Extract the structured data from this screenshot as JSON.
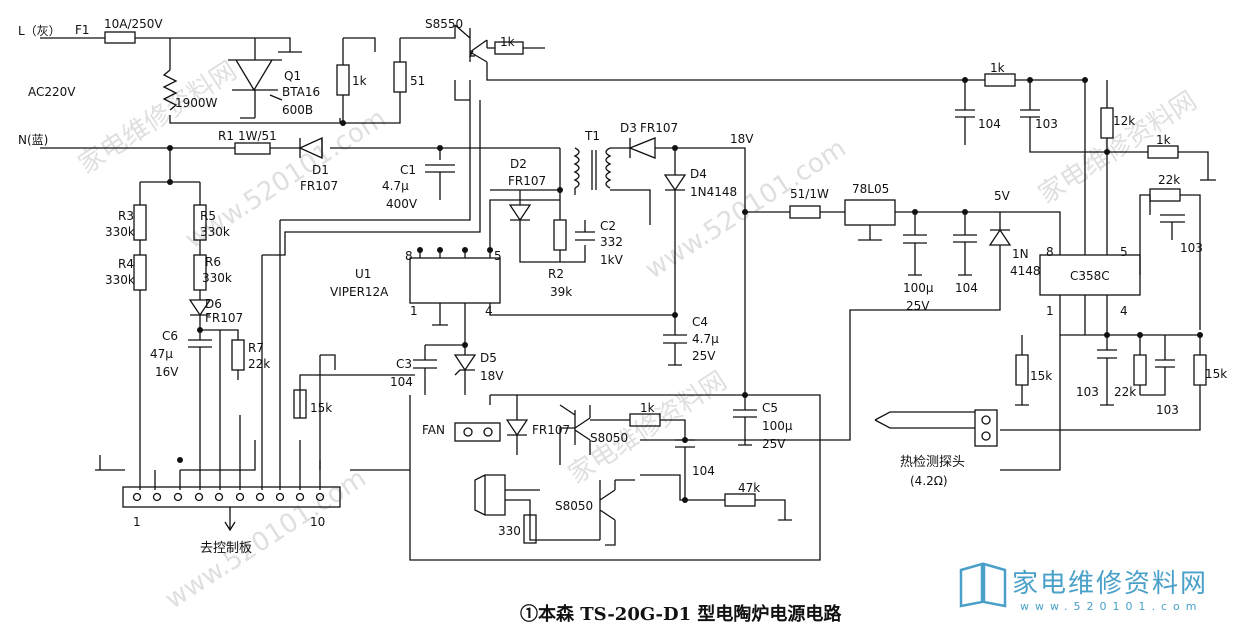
{
  "labels": {
    "L": "L（灰）",
    "F1": "F1",
    "fuse": "10A/250V",
    "AC": "AC220V",
    "N": "N(蓝)",
    "heater": "1900W",
    "Q1": "Q1",
    "Q1a": "BTA16",
    "Q1b": "600B",
    "S8550": "S8550",
    "r1k_top": "1k",
    "r1k_a": "1k",
    "r51": "51",
    "R1": "R1",
    "R1v": "1W/51",
    "D1": "D1",
    "D1v": "FR107",
    "C1": "C1",
    "C1v": "4.7μ",
    "C1w": "400V",
    "T1": "T1",
    "D3": "D3",
    "D3v": "FR107",
    "v18": "18V",
    "D2": "D2",
    "D2v": "FR107",
    "D4": "D4",
    "D4v": "1N4148",
    "C2": "C2",
    "C2v": "332",
    "C2w": "1kV",
    "R2": "R2",
    "R2v": "39k",
    "R3": "R3",
    "R3v": "330k",
    "R4": "R4",
    "R4v": "330k",
    "R5": "R5",
    "R5v": "330k",
    "R6": "R6",
    "R6v": "330k",
    "D6": "D6",
    "D6v": "FR107",
    "C6": "C6",
    "C6v": "47μ",
    "C6w": "16V",
    "R7": "R7",
    "R7v": "22k",
    "U1": "U1",
    "U1v": "VIPER12A",
    "pin8": "8",
    "pin5": "5",
    "pin1": "1",
    "pin4": "4",
    "C4": "C4",
    "C4v": "4.7μ",
    "C4w": "25V",
    "C3": "C3",
    "C3v": "104",
    "D5": "D5",
    "D5v": "18V",
    "r15k_a": "15k",
    "FAN": "FAN",
    "fr107_fan": "FR107",
    "s8050_a": "S8050",
    "r1k_b": "1k",
    "c104_a": "104",
    "C5": "C5",
    "C5v": "100μ",
    "C5w": "25V",
    "s8050_b": "S8050",
    "r47k": "47k",
    "r330": "330",
    "r51w": "51/1W",
    "reg": "78L05",
    "c100u": "100μ",
    "c100u_v": "25V",
    "c104_b": "104",
    "v5": "5V",
    "d1n": "1N",
    "d4148": "4148",
    "r1k_c": "1k",
    "c104_c": "104",
    "c103_a": "103",
    "r12k": "12k",
    "r1k_d": "1k",
    "r22k_a": "22k",
    "c103_b": "103",
    "ic": "C358C",
    "ic8": "8",
    "ic5": "5",
    "ic1": "1",
    "ic4": "4",
    "r15k_b": "15k",
    "c103_c": "103",
    "r22k_b": "22k",
    "c103_d": "103",
    "r15k_c": "15k",
    "probe": "热检测探头",
    "probe_v": "(4.2Ω)",
    "conn1": "1",
    "conn10": "10",
    "to_panel": "去控制板"
  },
  "caption": "①本森 TS-20G-D1 型电陶炉电源电路",
  "brand": {
    "name": "家电维修资料网",
    "url": "www.520101.com"
  },
  "watermarks": [
    "家电维修资料网",
    "www.520101.com",
    "家电维修资料网",
    "www.520101.com",
    "家电维修资料网",
    "www.520101.com"
  ]
}
